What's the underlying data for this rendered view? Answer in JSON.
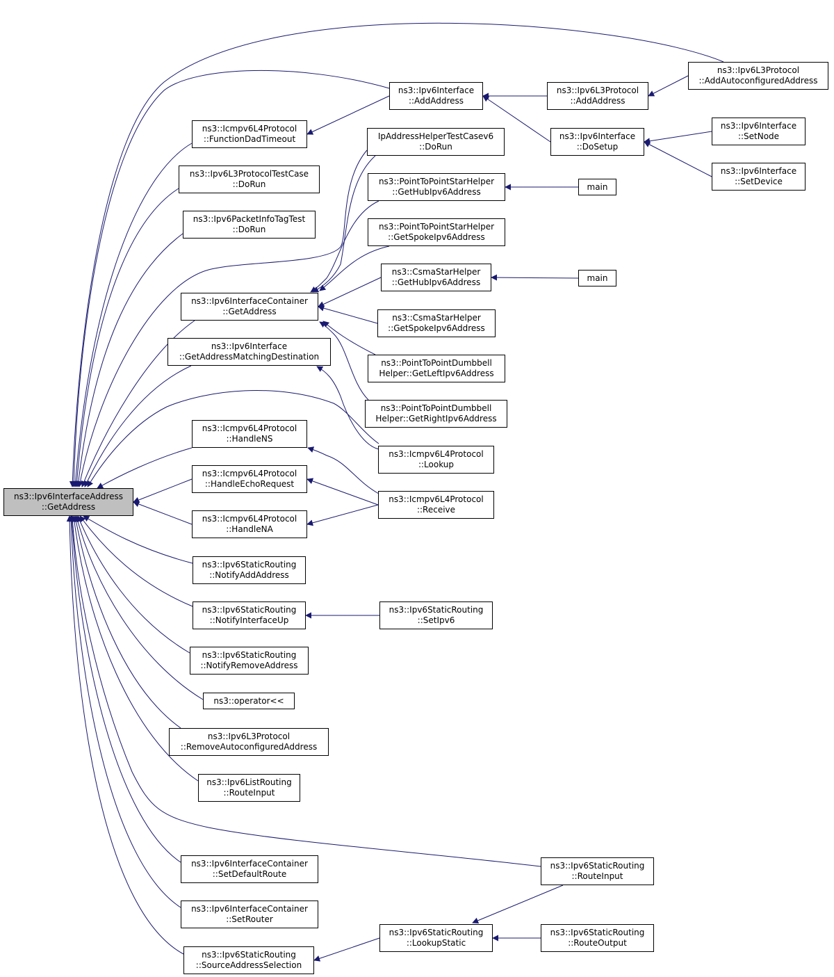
{
  "diagram": {
    "edge_color": "#191970",
    "root_fill": "#bfbfbf",
    "nodes": [
      {
        "id": "root",
        "lines": [
          "ns3::Ipv6InterfaceAddress",
          "::GetAddress"
        ],
        "root": true
      },
      {
        "id": "l3_addautoconf",
        "lines": [
          "ns3::Ipv6L3Protocol",
          "::AddAutoconfiguredAddress"
        ]
      },
      {
        "id": "if_addaddress",
        "lines": [
          "ns3::Ipv6Interface",
          "::AddAddress"
        ]
      },
      {
        "id": "l3_addaddress",
        "lines": [
          "ns3::Ipv6L3Protocol",
          "::AddAddress"
        ]
      },
      {
        "id": "icmp_dad",
        "lines": [
          "ns3::Icmpv6L4Protocol",
          "::FunctionDadTimeout"
        ]
      },
      {
        "id": "if_dosetup",
        "lines": [
          "ns3::Ipv6Interface",
          "::DoSetup"
        ]
      },
      {
        "id": "if_setnode",
        "lines": [
          "ns3::Ipv6Interface",
          "::SetNode"
        ]
      },
      {
        "id": "iphelper_dorun",
        "lines": [
          "IpAddressHelperTestCasev6",
          "::DoRun"
        ]
      },
      {
        "id": "l3test_dorun",
        "lines": [
          "ns3::Ipv6L3ProtocolTestCase",
          "::DoRun"
        ]
      },
      {
        "id": "if_setdevice",
        "lines": [
          "ns3::Ipv6Interface",
          "::SetDevice"
        ]
      },
      {
        "id": "p2pstar_hub",
        "lines": [
          "ns3::PointToPointStarHelper",
          "::GetHubIpv6Address"
        ]
      },
      {
        "id": "main1",
        "lines": [
          "main"
        ]
      },
      {
        "id": "pktinfo_dorun",
        "lines": [
          "ns3::Ipv6PacketInfoTagTest",
          "::DoRun"
        ]
      },
      {
        "id": "p2pstar_spoke",
        "lines": [
          "ns3::PointToPointStarHelper",
          "::GetSpokeIpv6Address"
        ]
      },
      {
        "id": "csma_hub",
        "lines": [
          "ns3::CsmaStarHelper",
          "::GetHubIpv6Address"
        ]
      },
      {
        "id": "main2",
        "lines": [
          "main"
        ]
      },
      {
        "id": "ifc_getaddress",
        "lines": [
          "ns3::Ipv6InterfaceContainer",
          "::GetAddress"
        ]
      },
      {
        "id": "csma_spoke",
        "lines": [
          "ns3::CsmaStarHelper",
          "::GetSpokeIpv6Address"
        ]
      },
      {
        "id": "if_getaddrmatch",
        "lines": [
          "ns3::Ipv6Interface",
          "::GetAddressMatchingDestination"
        ]
      },
      {
        "id": "db_left",
        "lines": [
          "ns3::PointToPointDumbbell",
          "Helper::GetLeftIpv6Address"
        ]
      },
      {
        "id": "db_right",
        "lines": [
          "ns3::PointToPointDumbbell",
          "Helper::GetRightIpv6Address"
        ]
      },
      {
        "id": "icmp_handlens",
        "lines": [
          "ns3::Icmpv6L4Protocol",
          "::HandleNS"
        ]
      },
      {
        "id": "icmp_lookup",
        "lines": [
          "ns3::Icmpv6L4Protocol",
          "::Lookup"
        ]
      },
      {
        "id": "icmp_echo",
        "lines": [
          "ns3::Icmpv6L4Protocol",
          "::HandleEchoRequest"
        ]
      },
      {
        "id": "icmp_receive",
        "lines": [
          "ns3::Icmpv6L4Protocol",
          "::Receive"
        ]
      },
      {
        "id": "icmp_handlena",
        "lines": [
          "ns3::Icmpv6L4Protocol",
          "::HandleNA"
        ]
      },
      {
        "id": "sr_notifyadd",
        "lines": [
          "ns3::Ipv6StaticRouting",
          "::NotifyAddAddress"
        ]
      },
      {
        "id": "sr_notifyup",
        "lines": [
          "ns3::Ipv6StaticRouting",
          "::NotifyInterfaceUp"
        ]
      },
      {
        "id": "sr_setipv6",
        "lines": [
          "ns3::Ipv6StaticRouting",
          "::SetIpv6"
        ]
      },
      {
        "id": "sr_notifyremove",
        "lines": [
          "ns3::Ipv6StaticRouting",
          "::NotifyRemoveAddress"
        ]
      },
      {
        "id": "op_shift",
        "lines": [
          "ns3::operator<<"
        ]
      },
      {
        "id": "l3_removeautoconf",
        "lines": [
          "ns3::Ipv6L3Protocol",
          "::RemoveAutoconfiguredAddress"
        ]
      },
      {
        "id": "lr_routeinput",
        "lines": [
          "ns3::Ipv6ListRouting",
          "::RouteInput"
        ]
      },
      {
        "id": "sr_routeinput",
        "lines": [
          "ns3::Ipv6StaticRouting",
          "::RouteInput"
        ]
      },
      {
        "id": "ifc_setdefault",
        "lines": [
          "ns3::Ipv6InterfaceContainer",
          "::SetDefaultRoute"
        ]
      },
      {
        "id": "ifc_setrouter",
        "lines": [
          "ns3::Ipv6InterfaceContainer",
          "::SetRouter"
        ]
      },
      {
        "id": "sr_lookupstatic",
        "lines": [
          "ns3::Ipv6StaticRouting",
          "::LookupStatic"
        ]
      },
      {
        "id": "sr_routeoutput",
        "lines": [
          "ns3::Ipv6StaticRouting",
          "::RouteOutput"
        ]
      },
      {
        "id": "sr_srcaddrsel",
        "lines": [
          "ns3::Ipv6StaticRouting",
          "::SourceAddressSelection"
        ]
      }
    ],
    "edges": [
      {
        "from": "l3_addautoconf",
        "to": "root"
      },
      {
        "from": "if_addaddress",
        "to": "root"
      },
      {
        "from": "icmp_dad",
        "to": "root"
      },
      {
        "from": "l3test_dorun",
        "to": "root"
      },
      {
        "from": "pktinfo_dorun",
        "to": "root"
      },
      {
        "from": "iphelper_dorun",
        "to": "root"
      },
      {
        "from": "ifc_getaddress",
        "to": "root"
      },
      {
        "from": "if_getaddrmatch",
        "to": "root"
      },
      {
        "from": "icmp_lookup",
        "to": "root"
      },
      {
        "from": "icmp_handlens",
        "to": "root"
      },
      {
        "from": "icmp_echo",
        "to": "root"
      },
      {
        "from": "icmp_handlena",
        "to": "root"
      },
      {
        "from": "sr_notifyadd",
        "to": "root"
      },
      {
        "from": "sr_notifyup",
        "to": "root"
      },
      {
        "from": "sr_notifyremove",
        "to": "root"
      },
      {
        "from": "op_shift",
        "to": "root"
      },
      {
        "from": "l3_removeautoconf",
        "to": "root"
      },
      {
        "from": "lr_routeinput",
        "to": "root"
      },
      {
        "from": "sr_routeinput",
        "to": "root"
      },
      {
        "from": "ifc_setdefault",
        "to": "root"
      },
      {
        "from": "ifc_setrouter",
        "to": "root"
      },
      {
        "from": "sr_srcaddrsel",
        "to": "root"
      },
      {
        "from": "l3_addaddress",
        "to": "if_addaddress"
      },
      {
        "from": "if_dosetup",
        "to": "if_addaddress"
      },
      {
        "from": "l3_addautoconf",
        "to": "l3_addaddress"
      },
      {
        "from": "if_setnode",
        "to": "if_dosetup"
      },
      {
        "from": "if_setdevice",
        "to": "if_dosetup"
      },
      {
        "from": "if_addaddress",
        "to": "icmp_dad"
      },
      {
        "from": "main1",
        "to": "p2pstar_hub"
      },
      {
        "from": "main2",
        "to": "csma_hub"
      },
      {
        "from": "iphelper_dorun",
        "to": "ifc_getaddress"
      },
      {
        "from": "p2pstar_hub",
        "to": "ifc_getaddress"
      },
      {
        "from": "p2pstar_spoke",
        "to": "ifc_getaddress"
      },
      {
        "from": "csma_hub",
        "to": "ifc_getaddress"
      },
      {
        "from": "csma_spoke",
        "to": "ifc_getaddress"
      },
      {
        "from": "db_left",
        "to": "ifc_getaddress"
      },
      {
        "from": "db_right",
        "to": "ifc_getaddress"
      },
      {
        "from": "icmp_lookup",
        "to": "if_getaddrmatch"
      },
      {
        "from": "icmp_receive",
        "to": "icmp_handlens"
      },
      {
        "from": "icmp_receive",
        "to": "icmp_echo"
      },
      {
        "from": "icmp_receive",
        "to": "icmp_handlena"
      },
      {
        "from": "sr_setipv6",
        "to": "sr_notifyup"
      },
      {
        "from": "sr_routeinput",
        "to": "sr_lookupstatic"
      },
      {
        "from": "sr_routeoutput",
        "to": "sr_lookupstatic"
      },
      {
        "from": "sr_lookupstatic",
        "to": "sr_srcaddrsel"
      }
    ]
  }
}
